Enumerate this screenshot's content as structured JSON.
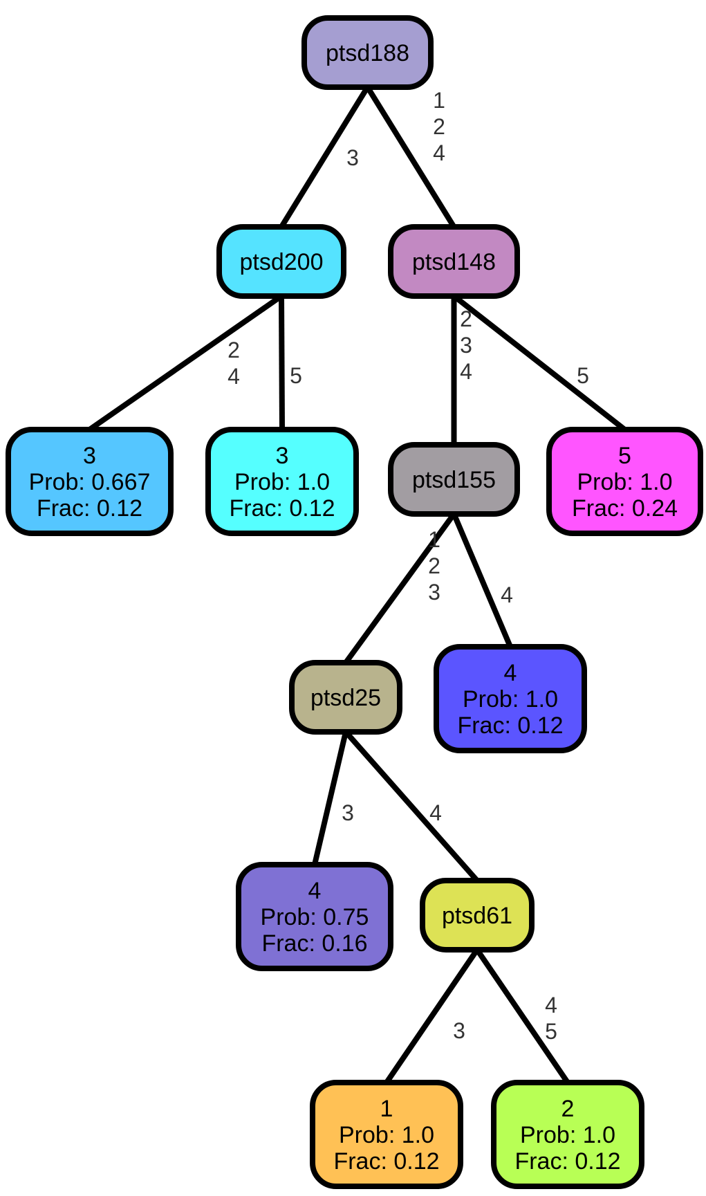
{
  "colors": {
    "stroke": "#000000",
    "edge_label": "#333333"
  },
  "nodes": {
    "ptsd188": {
      "lines": [
        "ptsd188"
      ],
      "fill": "#A59ED1"
    },
    "ptsd200": {
      "lines": [
        "ptsd200"
      ],
      "fill": "#55E3FF"
    },
    "ptsd148": {
      "lines": [
        "ptsd148"
      ],
      "fill": "#C289C2"
    },
    "leaf_a": {
      "lines": [
        "3",
        "Prob: 0.667",
        "Frac: 0.12"
      ],
      "fill": "#55C6FF"
    },
    "leaf_b": {
      "lines": [
        "3",
        "Prob: 1.0",
        "Frac: 0.12"
      ],
      "fill": "#55FFFF"
    },
    "ptsd155": {
      "lines": [
        "ptsd155"
      ],
      "fill": "#A29DA2"
    },
    "leaf_c": {
      "lines": [
        "5",
        "Prob: 1.0",
        "Frac: 0.24"
      ],
      "fill": "#FF55FF"
    },
    "ptsd25": {
      "lines": [
        "ptsd25"
      ],
      "fill": "#B8B38D"
    },
    "leaf_d": {
      "lines": [
        "4",
        "Prob: 1.0",
        "Frac: 0.12"
      ],
      "fill": "#5B55FF"
    },
    "leaf_e": {
      "lines": [
        "4",
        "Prob: 0.75",
        "Frac: 0.16"
      ],
      "fill": "#7F71D4"
    },
    "ptsd61": {
      "lines": [
        "ptsd61"
      ],
      "fill": "#DDE255"
    },
    "leaf_f": {
      "lines": [
        "1",
        "Prob: 1.0",
        "Frac: 0.12"
      ],
      "fill": "#FFC155"
    },
    "leaf_g": {
      "lines": [
        "2",
        "Prob: 1.0",
        "Frac: 0.12"
      ],
      "fill": "#B8FF55"
    }
  },
  "edges": [
    {
      "from": "ptsd188",
      "to": "ptsd200",
      "label": [
        "3"
      ]
    },
    {
      "from": "ptsd188",
      "to": "ptsd148",
      "label": [
        "1",
        "2",
        "4"
      ]
    },
    {
      "from": "ptsd200",
      "to": "leaf_a",
      "label": [
        "2",
        "4"
      ]
    },
    {
      "from": "ptsd200",
      "to": "leaf_b",
      "label": [
        "5"
      ]
    },
    {
      "from": "ptsd148",
      "to": "ptsd155",
      "label": [
        "2",
        "3",
        "4"
      ]
    },
    {
      "from": "ptsd148",
      "to": "leaf_c",
      "label": [
        "5"
      ]
    },
    {
      "from": "ptsd155",
      "to": "ptsd25",
      "label": [
        "1",
        "2",
        "3"
      ]
    },
    {
      "from": "ptsd155",
      "to": "leaf_d",
      "label": [
        "4"
      ]
    },
    {
      "from": "ptsd25",
      "to": "leaf_e",
      "label": [
        "3"
      ]
    },
    {
      "from": "ptsd25",
      "to": "ptsd61",
      "label": [
        "4"
      ]
    },
    {
      "from": "ptsd61",
      "to": "leaf_f",
      "label": [
        "3"
      ]
    },
    {
      "from": "ptsd61",
      "to": "leaf_g",
      "label": [
        "4",
        "5"
      ]
    }
  ]
}
